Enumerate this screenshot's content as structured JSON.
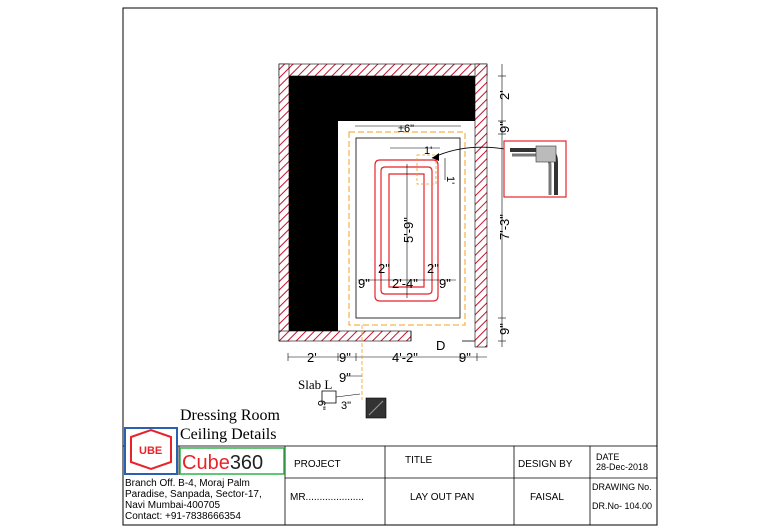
{
  "drawing": {
    "title_line1": "Dressing Room",
    "title_line2": "Ceiling Details",
    "offset_label": "±6\"",
    "door_label": "D",
    "slab_label": "Slab L",
    "dims": {
      "right_top": "2'",
      "right_gap1": "9\"",
      "right_mid": "7'-3\"",
      "right_gap2": "9\"",
      "inner_height": "5'-9\"",
      "inner_width": "2'-4\"",
      "left_gap": "9\"",
      "right_gap": "9\"",
      "left_offset": "2\"",
      "right_offset": "2\"",
      "top_one": "1'",
      "top_side": "1'",
      "bottom_2": "2'",
      "bottom_9a": "9\"",
      "bottom_42": "4'-2\"",
      "bottom_9b": "9\"",
      "bottom_9c": "9\"",
      "slab_dim_v": "6\"",
      "slab_dim_h": "3\""
    }
  },
  "title_block": {
    "logo_text": "UBE",
    "brand_cube": "Cube",
    "brand_num": "360",
    "address_line1": "Branch Off. B-4, Moraj Palm",
    "address_line2": "Paradise, Sanpada, Sector-17,",
    "address_line3": "Navi Mumbai-400705",
    "address_line4": "Contact: +91-7838666354",
    "project_label": "PROJECT",
    "project_value": "MR.....................",
    "title_label": "TITLE",
    "title_value": "LAY OUT PAN",
    "design_label": "DESIGN BY",
    "design_value": "FAISAL",
    "date_label": "DATE",
    "date_value": "28-Dec-2018",
    "drawing_no_label": "DRAWING No.",
    "drawing_no_value": "DR.No- 104.00"
  },
  "colors": {
    "wall_hatch": "#c8102e",
    "molding": "#e8232a",
    "dashed_outline": "#f0a020",
    "brand_green": "#2fb34a",
    "brand_blue": "#2b5fb0"
  }
}
